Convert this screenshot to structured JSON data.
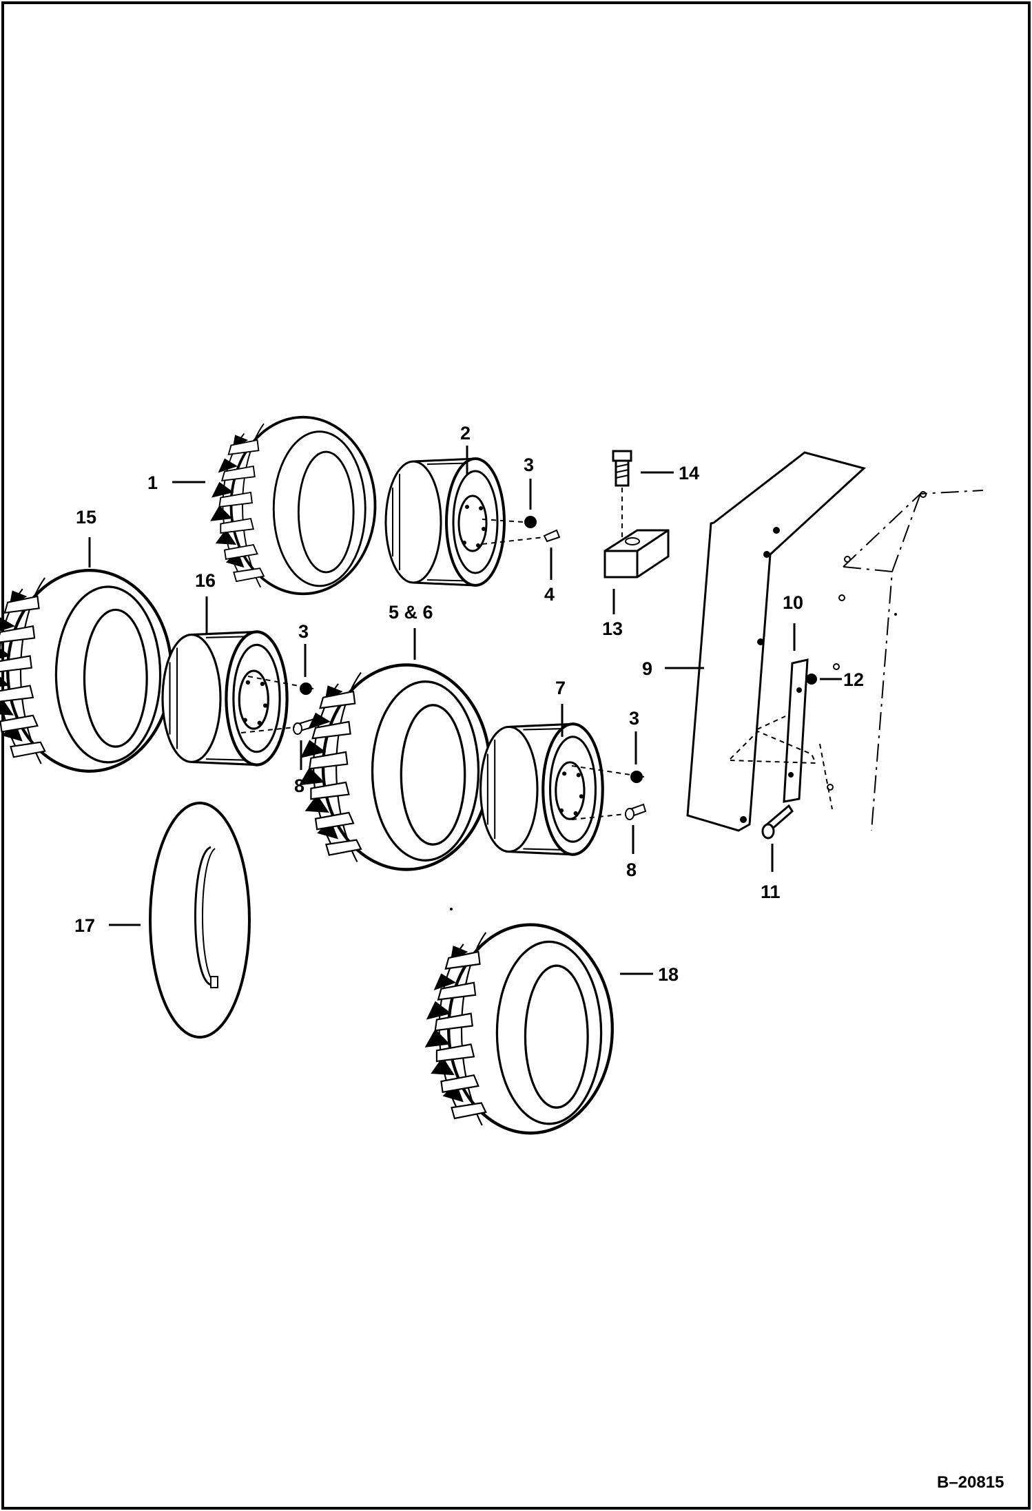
{
  "figure_ref": "B–20815",
  "callouts": {
    "c1": "1",
    "c2": "2",
    "c3a": "3",
    "c3b": "3",
    "c3c": "3",
    "c4": "4",
    "c56": "5 & 6",
    "c7": "7",
    "c8a": "8",
    "c8b": "8",
    "c9": "9",
    "c10": "10",
    "c11": "11",
    "c12": "12",
    "c13": "13",
    "c14": "14",
    "c15": "15",
    "c16": "16",
    "c17": "17",
    "c18": "18"
  }
}
